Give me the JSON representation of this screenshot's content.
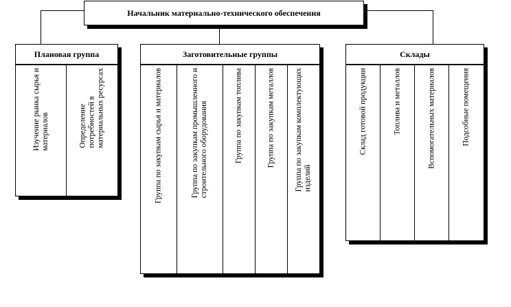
{
  "root": {
    "label": "Начальник материально-технического обеспечения"
  },
  "groups": [
    {
      "title": "Плановая группа",
      "items": [
        "Изучение рынка сырья и\nматериалов",
        "Определение\nпотребностей в\nматериальных ресурсах"
      ]
    },
    {
      "title": "Заготовительные группы",
      "items": [
        "Группа по закупкам сырья и материалов",
        "Группа по закупкам промышленного и\nстроительного оборудования",
        "Группа по закупкам топлива",
        "Группа по закупкам металлов",
        "Группа по закупкам комплектующих\nизделий"
      ]
    },
    {
      "title": "Склады",
      "items": [
        "Склад готовой продукции",
        "Топлива и металлов",
        "Вспомогательных материалов",
        "Подсобные помещения"
      ]
    }
  ]
}
